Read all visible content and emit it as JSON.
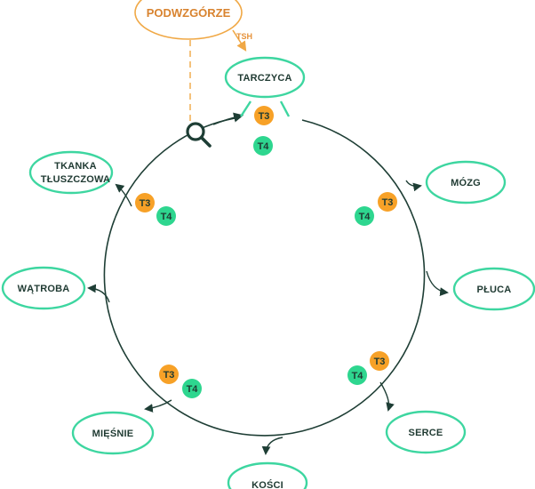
{
  "colors": {
    "organ_stroke": "#3dd6a0",
    "circle_stroke": "#1e3e35",
    "hypothalamus_stroke": "#f0a845",
    "hypothalamus_text": "#d8832f",
    "t3_fill": "#f7a127",
    "t4_fill": "#2ed68f"
  },
  "hypothalamus": {
    "label": "PODWZGÓRZE"
  },
  "tsh": {
    "label": "TSH"
  },
  "thyroid": {
    "label": "TARCZYCA"
  },
  "search_icon": "magnifier-icon",
  "hormones": {
    "t3": "T3",
    "t4": "T4"
  },
  "organs": {
    "brain": "MÓZG",
    "lungs": "PŁUCA",
    "heart": "SERCE",
    "bones": "KOŚCI",
    "muscles": "MIĘŚNIE",
    "liver": "WĄTROBA",
    "fat_line1": "TKANKA",
    "fat_line2": "TŁUSZCZOWA"
  }
}
